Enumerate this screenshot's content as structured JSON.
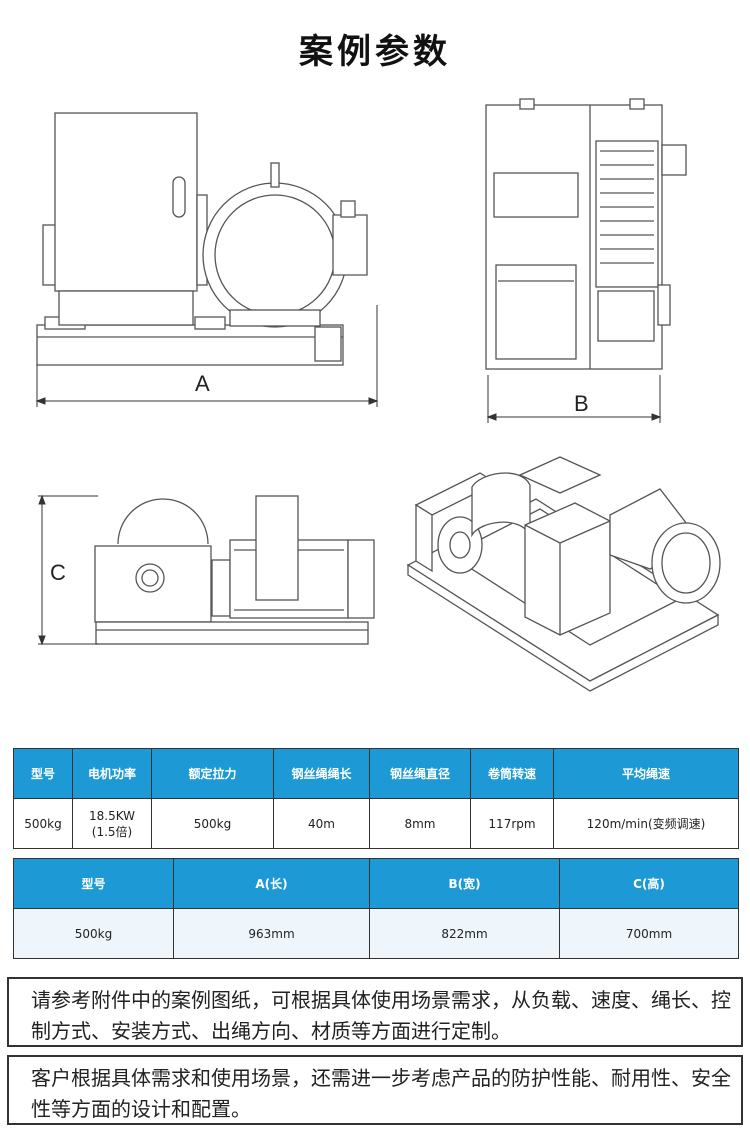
{
  "title": "案例参数",
  "drawings": {
    "front_label": "A",
    "top_label": "B",
    "side_label": "C"
  },
  "table1": {
    "headers": [
      "型号",
      "电机功率",
      "额定拉力",
      "钢丝绳绳长",
      "钢丝绳直径",
      "卷筒转速",
      "平均绳速"
    ],
    "row": [
      "500kg",
      "18.5KW",
      "(1.5倍)",
      "500kg",
      "40m",
      "8mm",
      "117rpm",
      "120m/min(变频调速)"
    ]
  },
  "table2": {
    "headers": [
      "型号",
      "A(长)",
      "B(宽)",
      "C(高)"
    ],
    "row": [
      "500kg",
      "963mm",
      "822mm",
      "700mm"
    ]
  },
  "notes": [
    "请参考附件中的案例图纸，可根据具体使用场景需求，从负载、速度、绳长、控制方式、安装方式、出绳方向、材质等方面进行定制。",
    "客户根据具体需求和使用场景，还需进一步考虑产品的防护性能、耐用性、安全性等方面的设计和配置。"
  ],
  "colors": {
    "header_bg": "#1d9ad6",
    "header_text": "#ffffff",
    "line": "#333333"
  }
}
